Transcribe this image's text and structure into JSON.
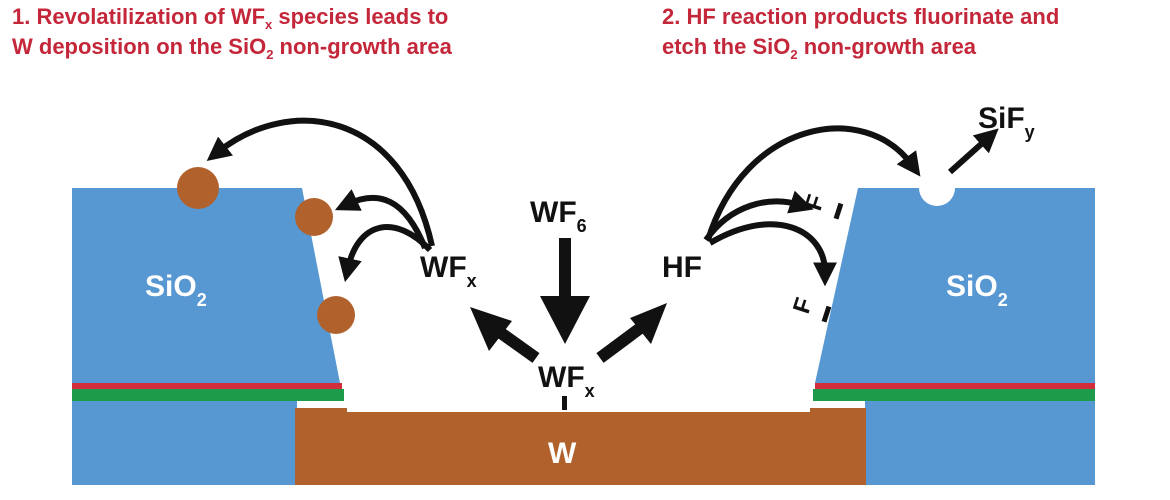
{
  "headings": {
    "left": {
      "line1_pre": "1. Revolatilization of WF",
      "line1_sub": "x",
      "line1_post": " species leads to",
      "line2_pre": "W deposition on the SiO",
      "line2_sub": "2",
      "line2_post": " non-growth area"
    },
    "right": {
      "line1": "2. HF reaction products fluorinate and",
      "line2_pre": "etch the SiO",
      "line2_sub": "2",
      "line2_post": " non-growth area"
    }
  },
  "labels": {
    "sio2_left": {
      "main": "SiO",
      "sub": "2"
    },
    "sio2_right": {
      "main": "SiO",
      "sub": "2"
    },
    "w": "W",
    "wf6": {
      "main": "WF",
      "sub": "6"
    },
    "wfx_center": {
      "main": "WF",
      "sub": "x"
    },
    "wfx_left": {
      "main": "WF",
      "sub": "x"
    },
    "hf": "HF",
    "sify": {
      "main": "SiF",
      "sub": "y"
    },
    "f1": "F",
    "f2": "F"
  },
  "colors": {
    "heading": "#c4273a",
    "sio2": "#5797d2",
    "tungsten": "#b1622c",
    "deposit": "#b1622c",
    "red_layer": "#d12d3b",
    "green_layer": "#1e9b4a",
    "arrow": "#111111"
  }
}
